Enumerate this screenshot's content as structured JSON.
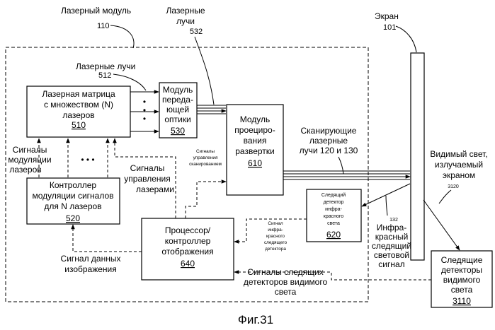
{
  "labels": {
    "laser_module": "Лазерный модуль",
    "laser_module_num": "110",
    "laser_beams_top_1": "Лазерные",
    "laser_beams_top_2": "лучи",
    "laser_beams_top_num": "532",
    "screen": "Экран",
    "screen_num": "101",
    "laser_beams_left": "Лазерные лучи",
    "laser_beams_left_num": "512",
    "mod_signals_1": "Сигналы",
    "mod_signals_2": "модуляции",
    "mod_signals_3": "лазеров",
    "ellipsis_dots": "• • •",
    "scan_ctrl_small_1": "Сигналы",
    "scan_ctrl_small_2": "управления",
    "scan_ctrl_small_3": "сканированием",
    "laser_ctrl_1": "Сигналы",
    "laser_ctrl_2": "управления",
    "laser_ctrl_3": "лазерами",
    "scan_beams_1": "Сканирующие",
    "scan_beams_2": "лазерные",
    "scan_beams_3": "лучи 120 и 130",
    "visible_1": "Видимый свет,",
    "visible_2": "излучаемый",
    "visible_3": "экраном",
    "visible_num": "3120",
    "ir_small_1": "Сигнал",
    "ir_small_2": "инфра-",
    "ir_small_3": "красного",
    "ir_small_4": "следящего",
    "ir_small_5": "детектора",
    "ir_signal_num": "132",
    "ir_signal_1": "Инфра-",
    "ir_signal_2": "красный",
    "ir_signal_3": "следящий",
    "ir_signal_4": "световой",
    "ir_signal_5": "сигнал",
    "image_data_1": "Сигнал данных",
    "image_data_2": "изображения",
    "vis_det_signals_1": "Сигналы следящих",
    "vis_det_signals_2": "детекторов видимого",
    "vis_det_signals_3": "света",
    "caption": "Фиг.31"
  },
  "boxes": {
    "laser_array": {
      "lines": [
        "Лазерная матрица",
        "с множеством (N)",
        "лазеров"
      ],
      "num": "510"
    },
    "transmit_optics": {
      "lines": [
        "Модуль",
        "переда-",
        "ющей",
        "оптики"
      ],
      "num": "530"
    },
    "projection": {
      "lines": [
        "Модуль",
        "проециро-",
        "вания",
        "развертки"
      ],
      "num": "610"
    },
    "controller": {
      "lines": [
        "Контроллер",
        "модуляции сигналов",
        "для N лазеров"
      ],
      "num": "520"
    },
    "ir_detector": {
      "lines": [
        "Следящий",
        "детектор",
        "инфра-",
        "красного",
        "света"
      ],
      "num": "620"
    },
    "processor": {
      "lines": [
        "Процессор/",
        "контроллер",
        "отображения"
      ],
      "num": "640"
    },
    "vis_detectors": {
      "lines": [
        "Следящие",
        "детекторы",
        "видимого",
        "света"
      ],
      "num": "3110"
    }
  },
  "inner_dots": "•"
}
